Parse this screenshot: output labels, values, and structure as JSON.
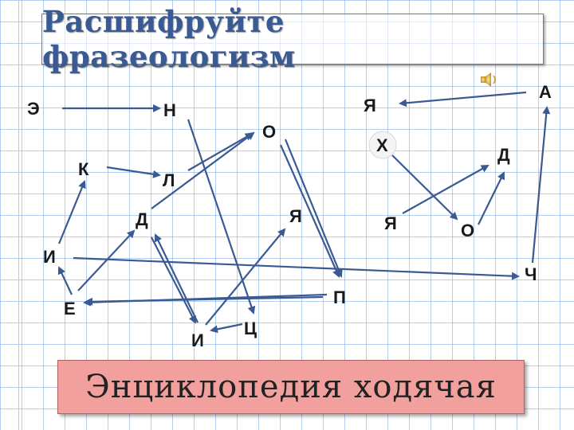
{
  "title": "Расшифруйте фразеологизм",
  "answer": "Энциклопедия ходячая",
  "colors": {
    "arrow": "#3a5a94",
    "title": "#3a5a94",
    "answer_bg": "#f2a09d"
  },
  "icons": [
    "speaker-icon"
  ],
  "nodes": {
    "e": "Э",
    "n": "Н",
    "ya1": "Я",
    "a": "А",
    "o1": "О",
    "h": "Х",
    "k": "К",
    "l": "Л",
    "d1": "Д",
    "d2": "Д",
    "ya2": "Я",
    "ya3": "Я",
    "o2": "О",
    "i1": "И",
    "ch": "Ч",
    "e2": "Е",
    "p": "П",
    "i2": "И",
    "ts": "Ц"
  }
}
